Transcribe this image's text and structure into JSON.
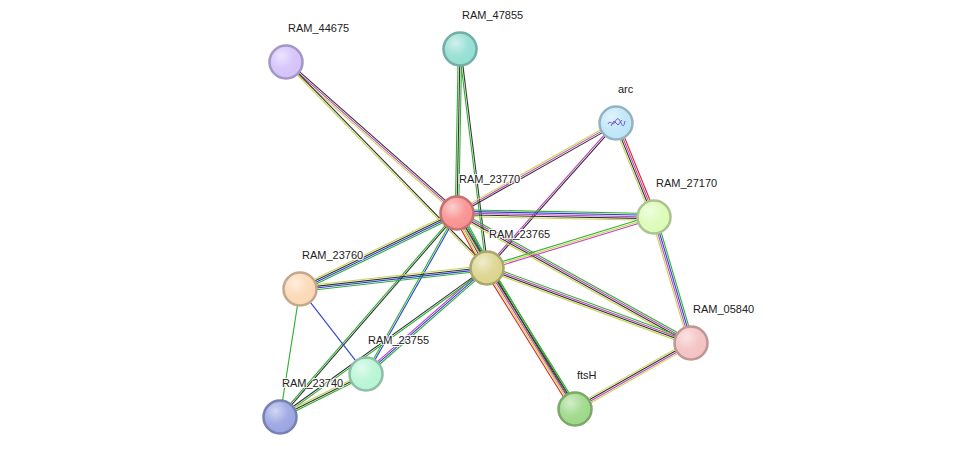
{
  "diagram": {
    "nodes": [
      {
        "text": [
          "RAM_47855"
        ]
      },
      {
        "text": [
          "RAM_44675"
        ]
      },
      {
        "text": [
          "arc"
        ]
      },
      {
        "text": [
          "RAM_23770"
        ]
      },
      {
        "text": [
          "RAM_27170"
        ]
      },
      {
        "text": [
          "RAM_23765"
        ]
      },
      {
        "text": [
          "RAM_23760"
        ]
      },
      {
        "text": [
          "RAM_05840"
        ]
      },
      {
        "text": [
          "RAM_23755"
        ]
      },
      {
        "text": [
          "ftsH"
        ]
      },
      {
        "text": [
          "RAM_23740"
        ]
      }
    ],
    "edges": [
      {
        "from": 1,
        "to": 3,
        "arrow": "none"
      },
      {
        "from": 1,
        "to": 5,
        "arrow": "none"
      },
      {
        "from": 0,
        "to": 3,
        "arrow": "none"
      },
      {
        "from": 0,
        "to": 5,
        "arrow": "none"
      },
      {
        "from": 2,
        "to": 3,
        "arrow": "none"
      },
      {
        "from": 2,
        "to": 5,
        "arrow": "none"
      },
      {
        "from": 2,
        "to": 4,
        "arrow": "none"
      },
      {
        "from": 3,
        "to": 4,
        "arrow": "none"
      },
      {
        "from": 3,
        "to": 5,
        "arrow": "none"
      },
      {
        "from": 3,
        "to": 6,
        "arrow": "none"
      },
      {
        "from": 3,
        "to": 8,
        "arrow": "none"
      },
      {
        "from": 3,
        "to": 10,
        "arrow": "none"
      },
      {
        "from": 3,
        "to": 7,
        "arrow": "none"
      },
      {
        "from": 3,
        "to": 9,
        "arrow": "none"
      },
      {
        "from": 5,
        "to": 4,
        "arrow": "none"
      },
      {
        "from": 5,
        "to": 6,
        "arrow": "none"
      },
      {
        "from": 5,
        "to": 8,
        "arrow": "none"
      },
      {
        "from": 5,
        "to": 10,
        "arrow": "none"
      },
      {
        "from": 5,
        "to": 7,
        "arrow": "none"
      },
      {
        "from": 5,
        "to": 9,
        "arrow": "none"
      },
      {
        "from": 4,
        "to": 7,
        "arrow": "none"
      },
      {
        "from": 7,
        "to": 9,
        "arrow": "none"
      },
      {
        "from": 6,
        "to": 8,
        "arrow": "none"
      },
      {
        "from": 6,
        "to": 10,
        "arrow": "none"
      },
      {
        "from": 8,
        "to": 10,
        "arrow": "none"
      }
    ]
  }
}
